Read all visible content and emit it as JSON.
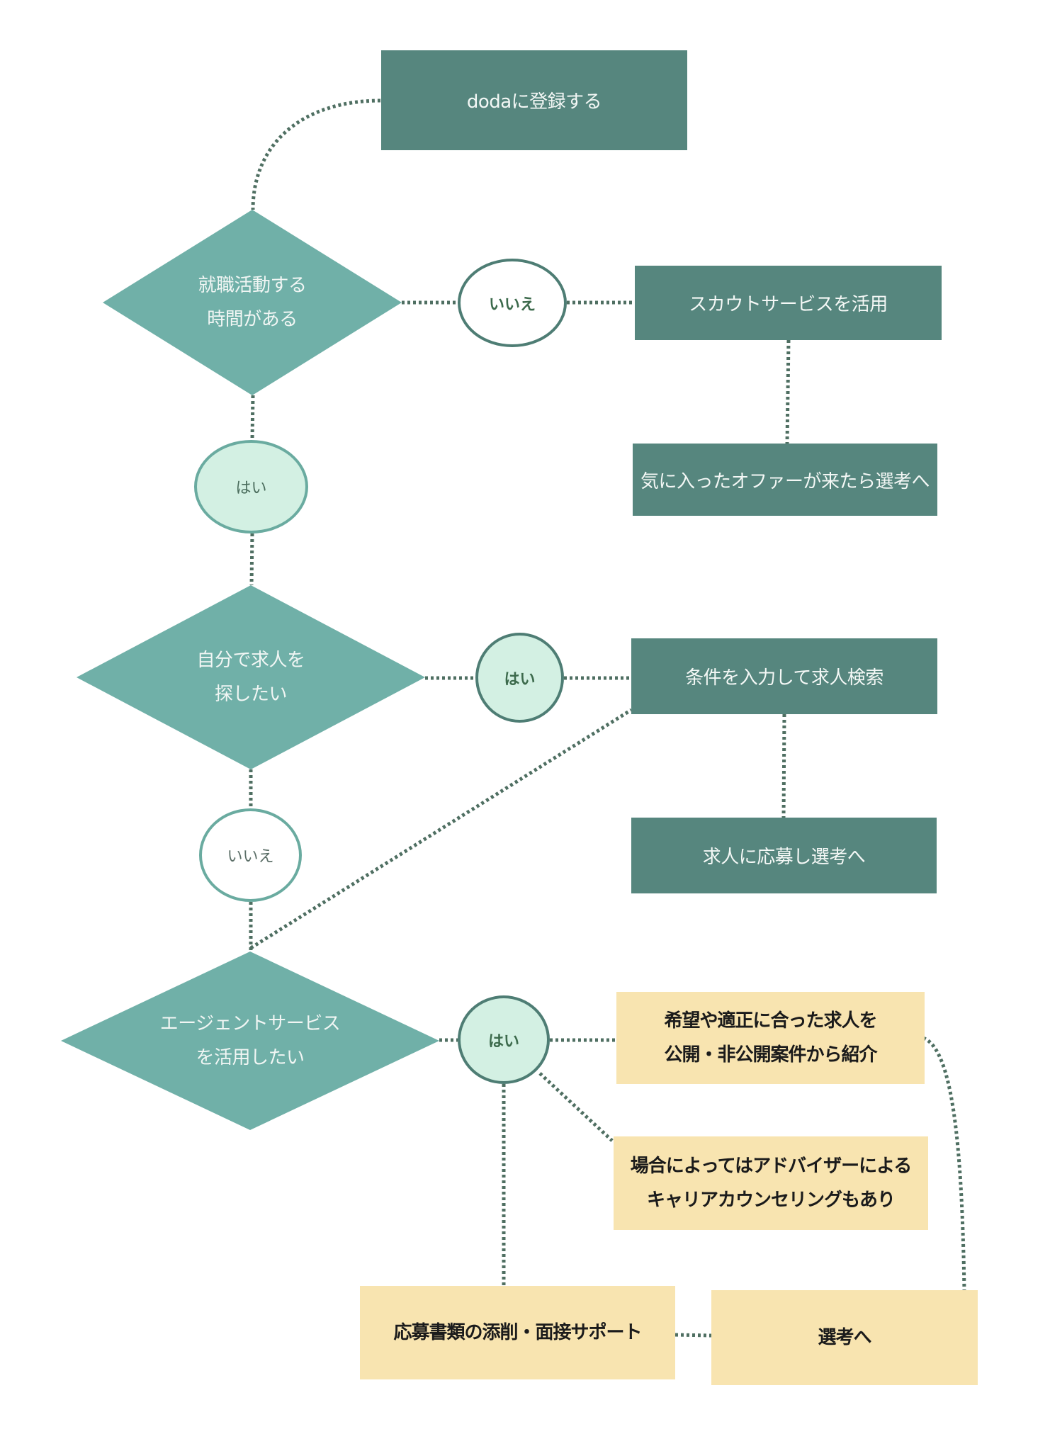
{
  "colors": {
    "dark_box": "#56867e",
    "diamond": "#70b0a8",
    "yellow_box": "#f8e4b0",
    "mint": "#d3f0e3",
    "connector": "#4f6f62"
  },
  "start": {
    "label": "dodaに登録する"
  },
  "decisions": [
    {
      "line1": "就職活動する",
      "line2": "時間がある"
    },
    {
      "line1": "自分で求人を",
      "line2": "探したい"
    },
    {
      "line1": "エージェントサービス",
      "line2": "を活用したい"
    }
  ],
  "answers": {
    "d1_no": "いいえ",
    "d1_yes": "はい",
    "d2_yes": "はい",
    "d2_no": "いいえ",
    "d3_yes": "はい"
  },
  "scout_branch": {
    "step1": "スカウトサービスを活用",
    "step2": "気に入ったオファーが来たら選考へ"
  },
  "search_branch": {
    "step1": "条件を入力して求人検索",
    "step2": "求人に応募し選考へ"
  },
  "agent_branch": {
    "intro_line1": "希望や適正に合った求人を",
    "intro_line2": "公開・非公開案件から紹介",
    "counsel_line1": "場合によってはアドバイザーによる",
    "counsel_line2": "キャリアカウンセリングもあり",
    "support": "応募書類の添削・面接サポート",
    "final": "選考へ"
  }
}
